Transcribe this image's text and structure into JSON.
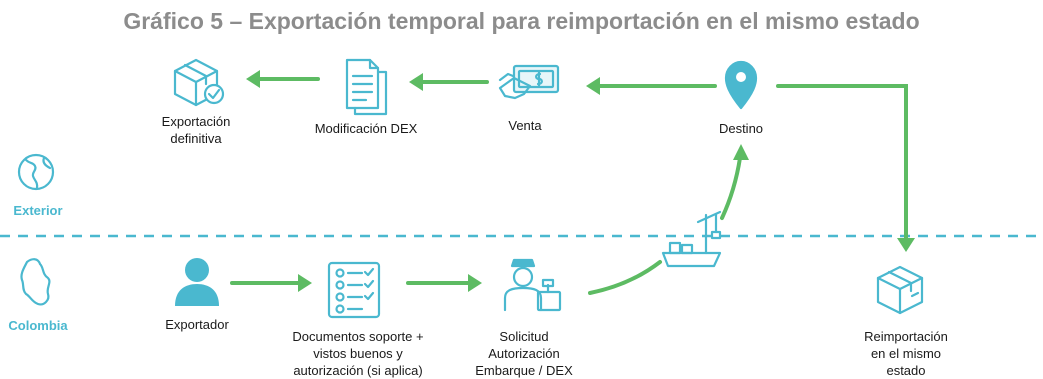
{
  "title": "Gráfico 5 – Exportación temporal para reimportación en el mismo estado",
  "regions": {
    "top": "Exterior",
    "bottom": "Colombia"
  },
  "nodes": {
    "exportacion_definitiva": "Exportación\ndefinitiva",
    "modificacion_dex": "Modificación DEX",
    "venta": "Venta",
    "destino": "Destino",
    "exportador": "Exportador",
    "documentos": "Documentos soporte +\nvistos buenos y\nautorización (si aplica)",
    "solicitud": "Solicitud\nAutorización\nEmbarque / DEX",
    "reimportacion": "Reimportación\nen el mismo\nestado"
  },
  "colors": {
    "icon": "#4ab8cf",
    "arrow": "#5dbb63",
    "divider": "#4ab8cf",
    "title": "#8c8c8c"
  }
}
